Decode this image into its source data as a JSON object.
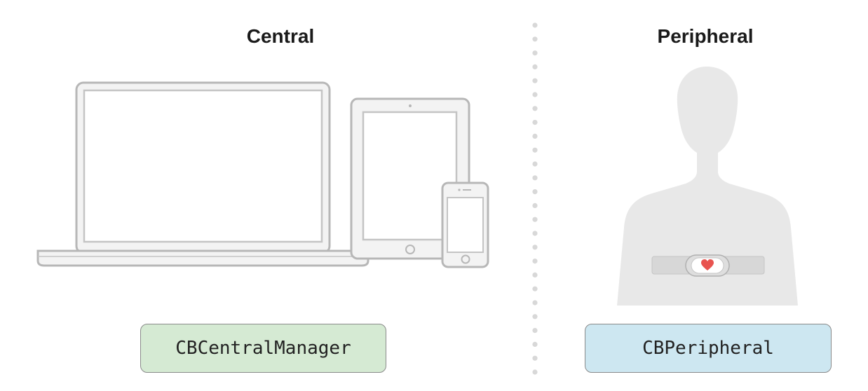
{
  "central": {
    "heading": "Central",
    "class_name": "CBCentralManager",
    "box_color": "#d5ead3"
  },
  "peripheral": {
    "heading": "Peripheral",
    "class_name": "CBPeripheral",
    "box_color": "#cde7f1"
  },
  "colors": {
    "device_stroke": "#b7b7b7",
    "device_fill": "#ededed",
    "silhouette": "#e8e8e8",
    "strap": "#d6d6d6",
    "heart": "#e8534f",
    "divider_dot": "#d8d8d8"
  },
  "icons": [
    "laptop-icon",
    "tablet-icon",
    "phone-icon",
    "person-silhouette-icon",
    "heart-rate-strap-icon",
    "heart-icon"
  ]
}
